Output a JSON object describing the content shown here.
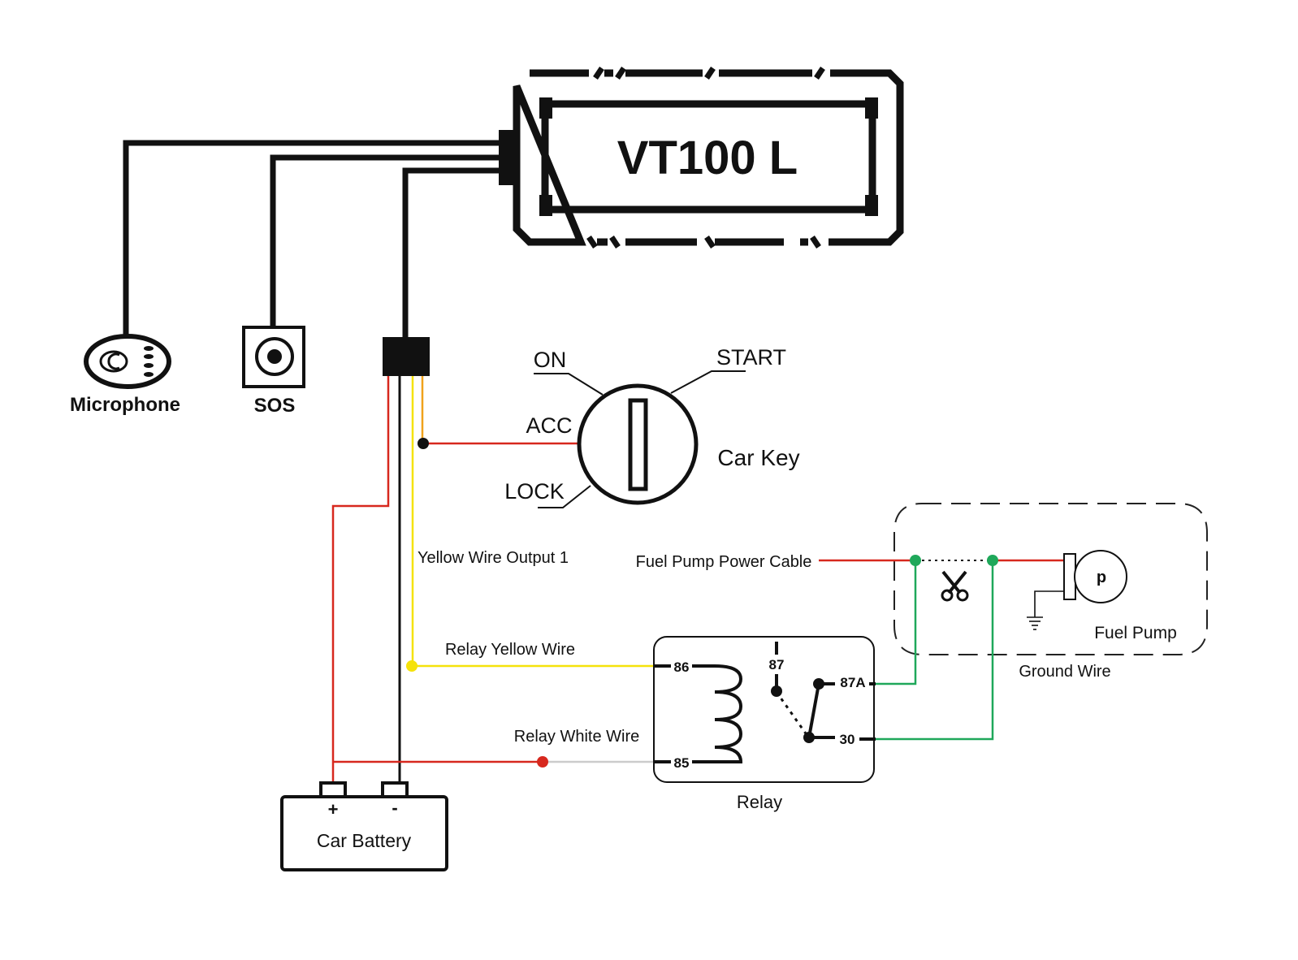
{
  "device": {
    "title": "VT100 L"
  },
  "peripherals": {
    "microphone_label": "Microphone",
    "sos_label": "SOS"
  },
  "car_key": {
    "label": "Car Key",
    "positions": {
      "on": "ON",
      "start": "START",
      "acc": "ACC",
      "lock": "LOCK"
    }
  },
  "wire_labels": {
    "yellow_output": "Yellow Wire Output 1",
    "relay_yellow": "Relay Yellow Wire",
    "relay_white": "Relay White Wire",
    "fuel_pump_power": "Fuel Pump Power Cable",
    "ground": "Ground Wire"
  },
  "relay": {
    "label": "Relay",
    "pins": {
      "p86": "86",
      "p85": "85",
      "p87": "87",
      "p87a": "87A",
      "p30": "30"
    }
  },
  "fuel_pump": {
    "label": "Fuel Pump",
    "symbol": "p"
  },
  "battery": {
    "label": "Car Battery",
    "plus": "+",
    "minus": "-"
  },
  "icons": {
    "scissors": "scissors-icon",
    "ground": "ground-symbol-icon",
    "microphone": "microphone-icon",
    "sos": "sos-button-icon"
  },
  "colors": {
    "red": "#d7281e",
    "yellow": "#f5e20a",
    "green": "#1fa85a",
    "orange": "#f0a21c",
    "white_wire": "#cccccc",
    "black": "#111111"
  }
}
